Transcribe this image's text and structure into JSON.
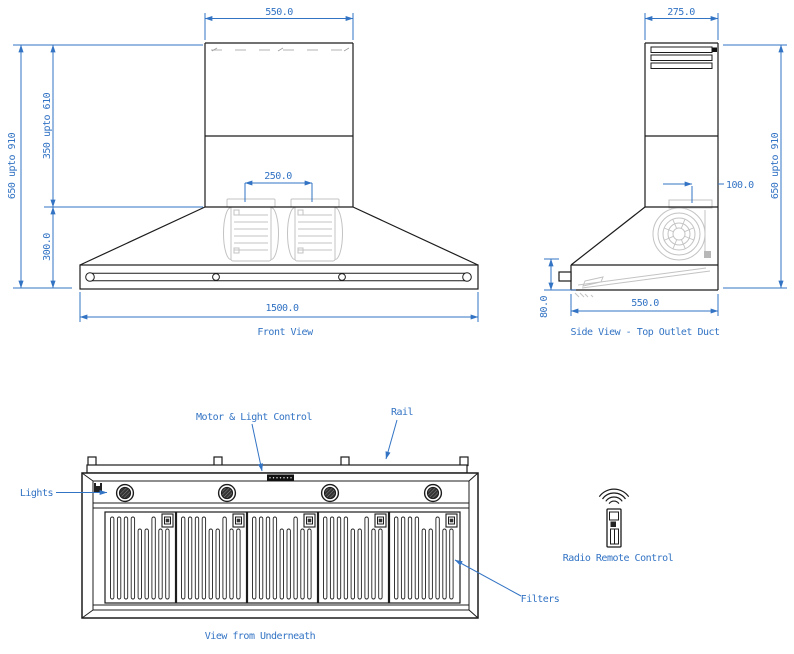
{
  "drawing": {
    "front_view": {
      "caption": "Front View",
      "dim_chimney_width": "550.0",
      "dim_motor_spacing": "250.0",
      "dim_bottom_width": "1500.0",
      "dim_total_height": "650 upto 910",
      "dim_chimney_height": "350 upto 610",
      "dim_canopy_height": "300.0"
    },
    "side_view": {
      "caption": "Side View - Top Outlet Duct",
      "dim_chimney_depth": "275.0",
      "dim_duct_offset": "100.0",
      "dim_total_height": "650 upto 910",
      "dim_base_height": "80.0",
      "dim_body_depth": "550.0"
    },
    "underneath_view": {
      "caption": "View from Underneath",
      "label_lights": "Lights",
      "label_control": "Motor & Light Control",
      "label_rail": "Rail",
      "label_filters": "Filters"
    },
    "remote": {
      "label": "Radio Remote Control"
    },
    "colors": {
      "dimension_blue": "#3273C4",
      "line_black": "#1c1c1c",
      "faint_gray": "#c3c3c3"
    }
  }
}
